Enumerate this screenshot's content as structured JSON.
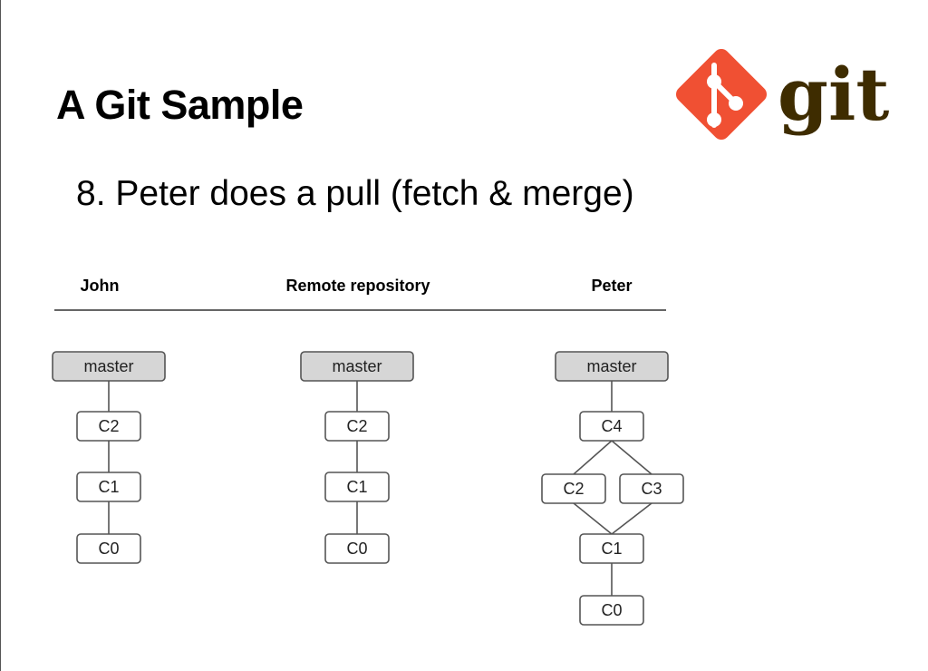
{
  "slide": {
    "title": "A Git Sample",
    "subtitle": "8. Peter does a pull (fetch & merge)"
  },
  "logo": {
    "wordmark": "git",
    "icon": "git-logo-icon",
    "diamond_color": "#f05033",
    "text_color": "#3e2c00"
  },
  "columns": [
    {
      "name": "John"
    },
    {
      "name": "Remote repository"
    },
    {
      "name": "Peter"
    }
  ],
  "colors": {
    "branch_fill": "#d6d6d6",
    "commit_fill": "#ffffff",
    "stroke": "#555555"
  },
  "diagram": {
    "john": {
      "branch": "master",
      "commits": [
        "C2",
        "C1",
        "C0"
      ],
      "edges": [
        [
          "master",
          "C2"
        ],
        [
          "C2",
          "C1"
        ],
        [
          "C1",
          "C0"
        ]
      ]
    },
    "remote": {
      "branch": "master",
      "commits": [
        "C2",
        "C1",
        "C0"
      ],
      "edges": [
        [
          "master",
          "C2"
        ],
        [
          "C2",
          "C1"
        ],
        [
          "C1",
          "C0"
        ]
      ]
    },
    "peter": {
      "branch": "master",
      "commits": [
        "C4",
        "C2",
        "C3",
        "C1",
        "C0"
      ],
      "edges": [
        [
          "master",
          "C4"
        ],
        [
          "C4",
          "C2"
        ],
        [
          "C4",
          "C3"
        ],
        [
          "C2",
          "C1"
        ],
        [
          "C3",
          "C1"
        ],
        [
          "C1",
          "C0"
        ]
      ]
    }
  }
}
